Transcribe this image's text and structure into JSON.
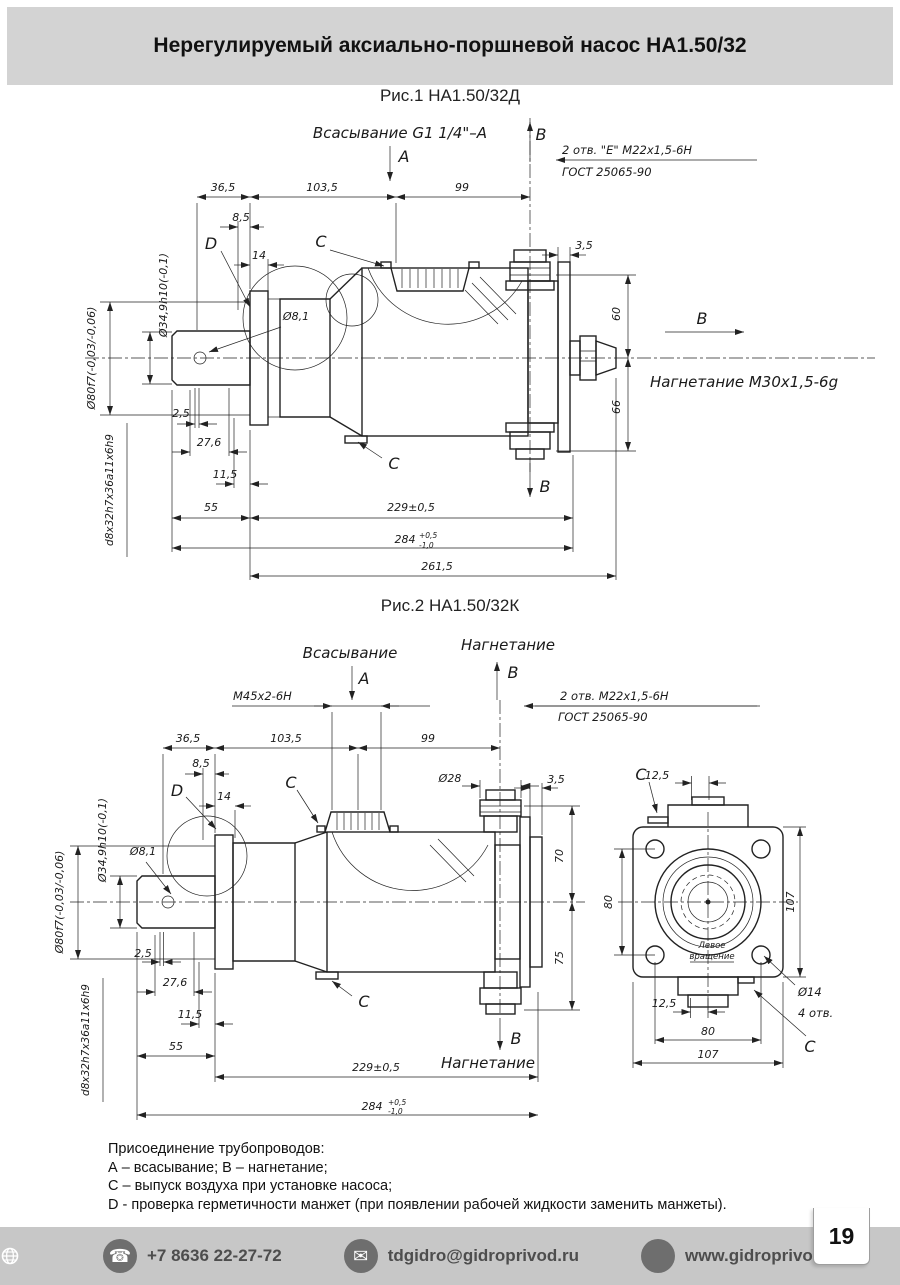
{
  "header": {
    "title": "Нерегулируемый аксиально-поршневой насос НА1.50/32",
    "bg": "#d3d3d3"
  },
  "fig1": {
    "caption": "Рис.1 НА1.50/32Д",
    "t": {
      "suction": "Всасывание G1 1/4\"–А",
      "A": "А",
      "B": "В",
      "C": "С",
      "D": "D",
      "otv": "2 отв. \"Е\"  М22х1,5-6Н",
      "gost": "ГОСТ 25065-90",
      "discharge": "Нагнетание М30х1,5-6g",
      "d365": "36,5",
      "d1035": "103,5",
      "d99": "99",
      "d85": "8,5",
      "d14": "14",
      "d35": "3,5",
      "d60": "60",
      "d66": "66",
      "d25": "2,5",
      "d276": "27,6",
      "d115": "11,5",
      "d55": "55",
      "d229": "229±0,5",
      "d284": "284",
      "tolUp": "+0,5",
      "tolDn": "-1,0",
      "d2615": "261,5",
      "dia349": "Ø34,9h10(-0,1)",
      "dia81": "Ø8,1",
      "dia80": "Ø80f7(-0,03/-0,06)",
      "spline": "d8x32h7x36a11x6h9"
    }
  },
  "fig2": {
    "caption": "Рис.2 НА1.50/32К",
    "t": {
      "suction": "Всасывание",
      "discharge": "Нагнетание",
      "A": "А",
      "B": "В",
      "C": "С",
      "D": "D",
      "m45": "M45x2-6H",
      "otv": "2 отв.  М22х1,5-6Н",
      "gost": "ГОСТ 25065-90",
      "dia28": "Ø28",
      "d70": "70",
      "d75": "75",
      "d365": "36,5",
      "d1035": "103,5",
      "d99": "99",
      "d85": "8,5",
      "d14": "14",
      "d35": "3,5",
      "d25": "2,5",
      "d276": "27,6",
      "d115": "11,5",
      "d55": "55",
      "d229": "229±0,5",
      "d284": "284",
      "tolUp": "+0,5",
      "tolDn": "-1,0",
      "d125": "12,5",
      "d80": "80",
      "d107": "107",
      "dia14": "Ø14",
      "otv4": "4 отв.",
      "rot1": "Левое",
      "rot2": "вращение",
      "dia349": "Ø34,9h10(-0,1)",
      "dia81": "Ø8,1",
      "dia80": "Ø80f7(-0,03/-0,06)",
      "spline": "d8x32h7x36a11x6h9"
    }
  },
  "notes": {
    "l1": "Присоединение трубопроводов:",
    "l2": "А – всасывание; В – нагнетание;",
    "l3": "С – выпуск воздуха при установке насоса;",
    "l4": "D - проверка герметичности манжет (при появлении рабочей жидкости заменить манжеты)."
  },
  "icons": {
    "phone": "☎",
    "email": "✉"
  },
  "footer": {
    "bg": "#c7c7c7",
    "phone": "+7 8636 22-27-72",
    "email": "tdgidro@gidroprivod.ru",
    "site": "www.gidroprivod.ru",
    "page": "19"
  }
}
